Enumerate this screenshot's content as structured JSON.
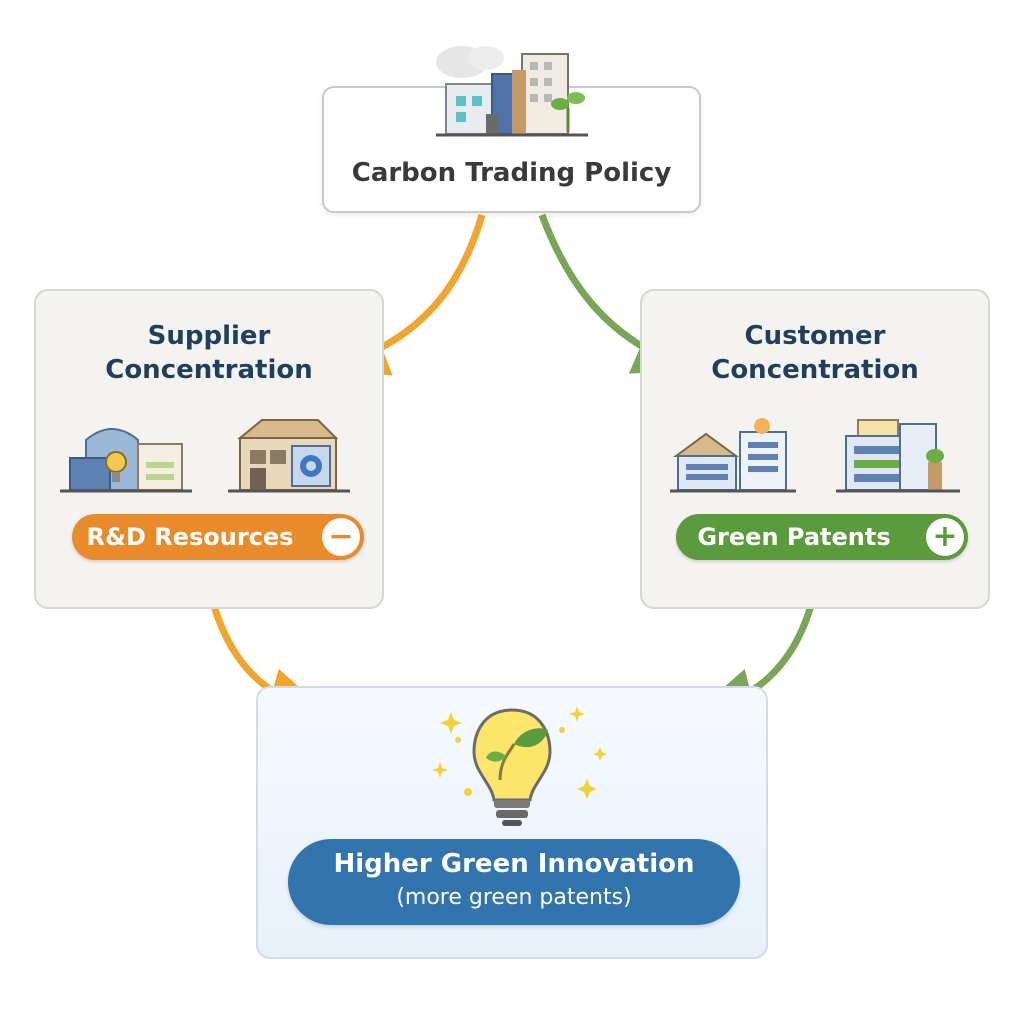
{
  "policy": {
    "title": "Carbon Trading Policy",
    "icon": "factory-building-icon"
  },
  "supplier": {
    "title_line1": "Supplier",
    "title_line2": "Concentration",
    "pill_label": "R&D Resources",
    "pill_sign": "−",
    "accent": "#e98a2b"
  },
  "customer": {
    "title_line1": "Customer",
    "title_line2": "Concentration",
    "pill_label": "Green Patents",
    "pill_sign": "+",
    "accent": "#5a9c3d"
  },
  "outcome": {
    "line1": "Higher Green Innovation",
    "line2": "(more green patents)",
    "icon": "lightbulb-leaf-icon",
    "accent": "#3274ad"
  },
  "colors": {
    "orange_arrow": "#f2a52c",
    "green_arrow": "#7aa65a"
  }
}
